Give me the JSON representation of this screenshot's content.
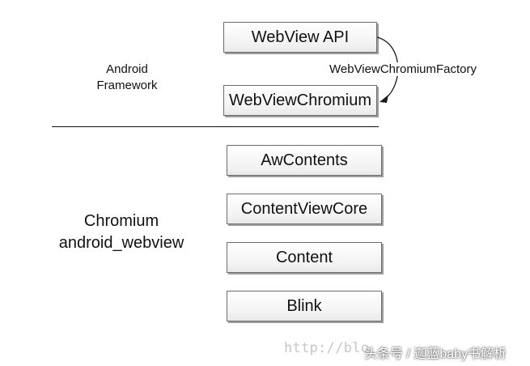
{
  "labels": {
    "framework_line1": "Android",
    "framework_line2": "Framework",
    "chromium_line1": "Chromium",
    "chromium_line2": "android_webview",
    "factory": "WebViewChromiumFactory"
  },
  "framework_boxes": [
    "WebView API",
    "WebViewChromium"
  ],
  "chromium_boxes": [
    "AwContents",
    "ContentViewCore",
    "Content",
    "Blink"
  ],
  "watermark": {
    "url_text": "http://blo",
    "cn_text": "头条号 / 迦蓝baby书解析"
  },
  "colors": {
    "box_border": "#6c6c6c",
    "box_shadow": "#9d9d9d",
    "text": "#111111",
    "watermark": "#c6c6c6"
  }
}
